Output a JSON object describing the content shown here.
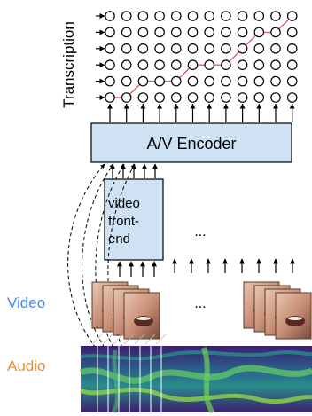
{
  "labels": {
    "transcription": "Transcription",
    "encoder": "A/V Encoder",
    "frontend_line1": "video",
    "frontend_line2": "front-",
    "frontend_line3": "end",
    "ellipsis_middle": "...",
    "ellipsis_frames": "...",
    "video": "Video",
    "audio": "Audio"
  },
  "colors": {
    "video_label": "#4a86e8",
    "audio_label": "#e69138",
    "box_fill": "#cfe2f3",
    "path": "#e06060",
    "spectrogram_dark": "#3b1f6e",
    "spectrogram_mid": "#2a8c8c",
    "spectrogram_bright": "#8fd44a"
  },
  "lattice": {
    "rows": 6,
    "cols": 12,
    "alignment_path": [
      [
        0,
        5
      ],
      [
        1,
        5
      ],
      [
        2,
        4
      ],
      [
        3,
        4
      ],
      [
        4,
        4
      ],
      [
        5,
        3
      ],
      [
        6,
        3
      ],
      [
        7,
        3
      ],
      [
        8,
        2
      ],
      [
        9,
        1
      ],
      [
        10,
        1
      ],
      [
        11,
        0
      ]
    ]
  }
}
